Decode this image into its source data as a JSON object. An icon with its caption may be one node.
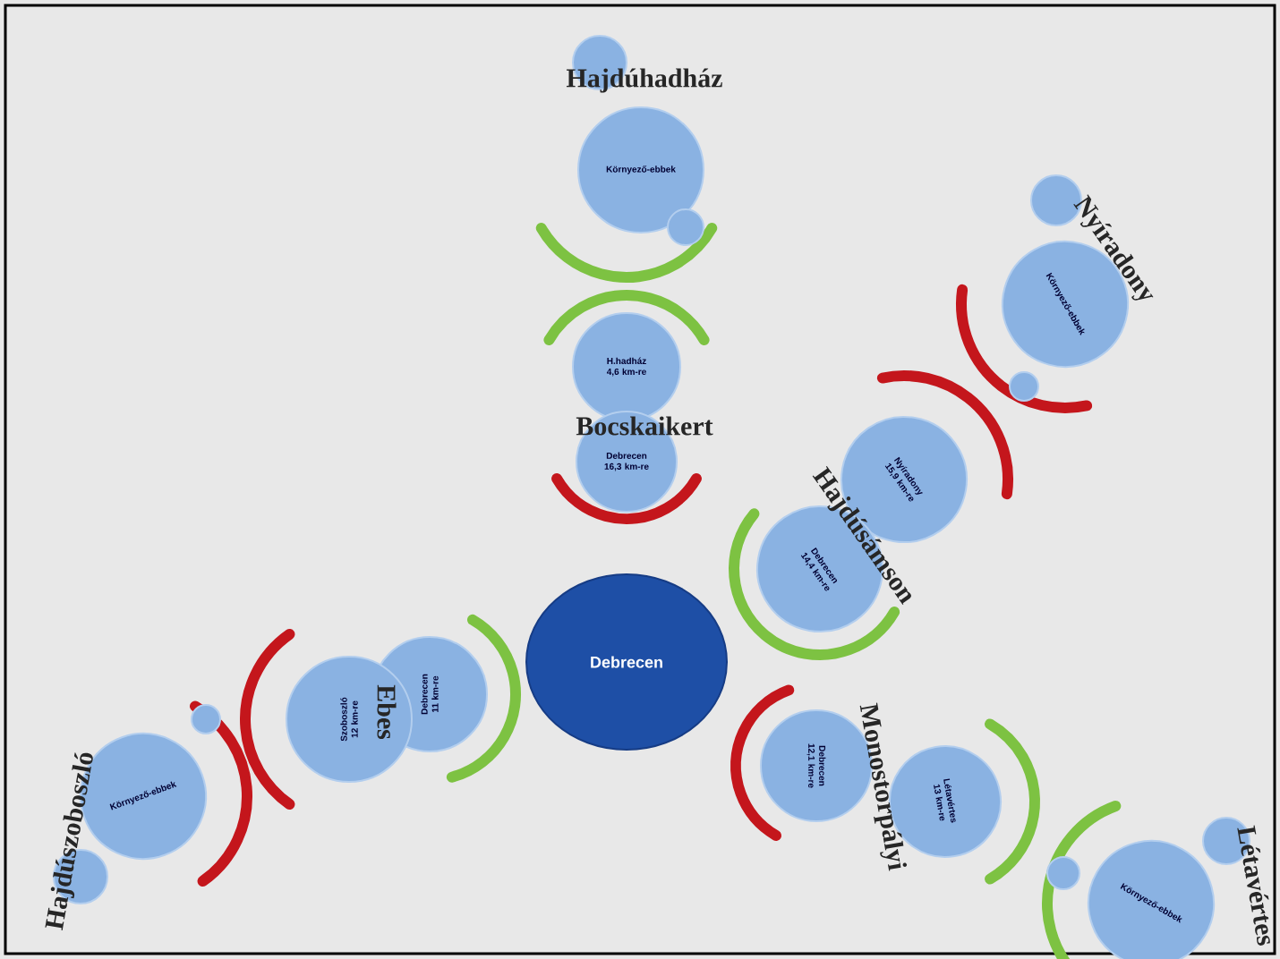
{
  "diagram": {
    "nodes": [
      {
        "text": [],
        "shape": "circle"
      },
      {
        "text": [
          "Környező-ebbek"
        ]
      },
      {
        "text": [],
        "shape": "circle"
      },
      {
        "text": [
          "H.hadház 4,6 km-re"
        ]
      },
      {
        "text": [
          "Debrecen 16,3 km-re"
        ]
      },
      {
        "text": [],
        "shape": "circle"
      },
      {
        "text": [
          "Környező-ebbek"
        ]
      },
      {
        "text": [],
        "shape": "circle"
      },
      {
        "text": [
          "Nyíradony 15,9 km-re"
        ]
      },
      {
        "text": [
          "Debrecen 14,4 km-re"
        ]
      },
      {
        "text": [
          "Debrecen"
        ]
      },
      {
        "text": [
          "Debrecen 11 km-re"
        ]
      },
      {
        "text": [
          "Szoboszló 12 km-re"
        ]
      },
      {
        "text": [],
        "shape": "circle"
      },
      {
        "text": [
          "Környező-ebbek"
        ]
      },
      {
        "text": [],
        "shape": "circle"
      },
      {
        "text": [
          "Debrecen 12,1 km-re"
        ]
      },
      {
        "text": [
          "Létavértes 13 km-re"
        ]
      },
      {
        "text": [],
        "shape": "circle"
      },
      {
        "text": [],
        "shape": "circle"
      },
      {
        "text": [
          "Környező-ebbek"
        ]
      }
    ],
    "labels": [
      "Hajdúhadház",
      "Bocskaikert",
      "Nyíradony",
      "Hajdúsámson",
      "Ebes",
      "Hajdúszoboszló",
      "Monostorpályi",
      "Létavértes"
    ]
  }
}
